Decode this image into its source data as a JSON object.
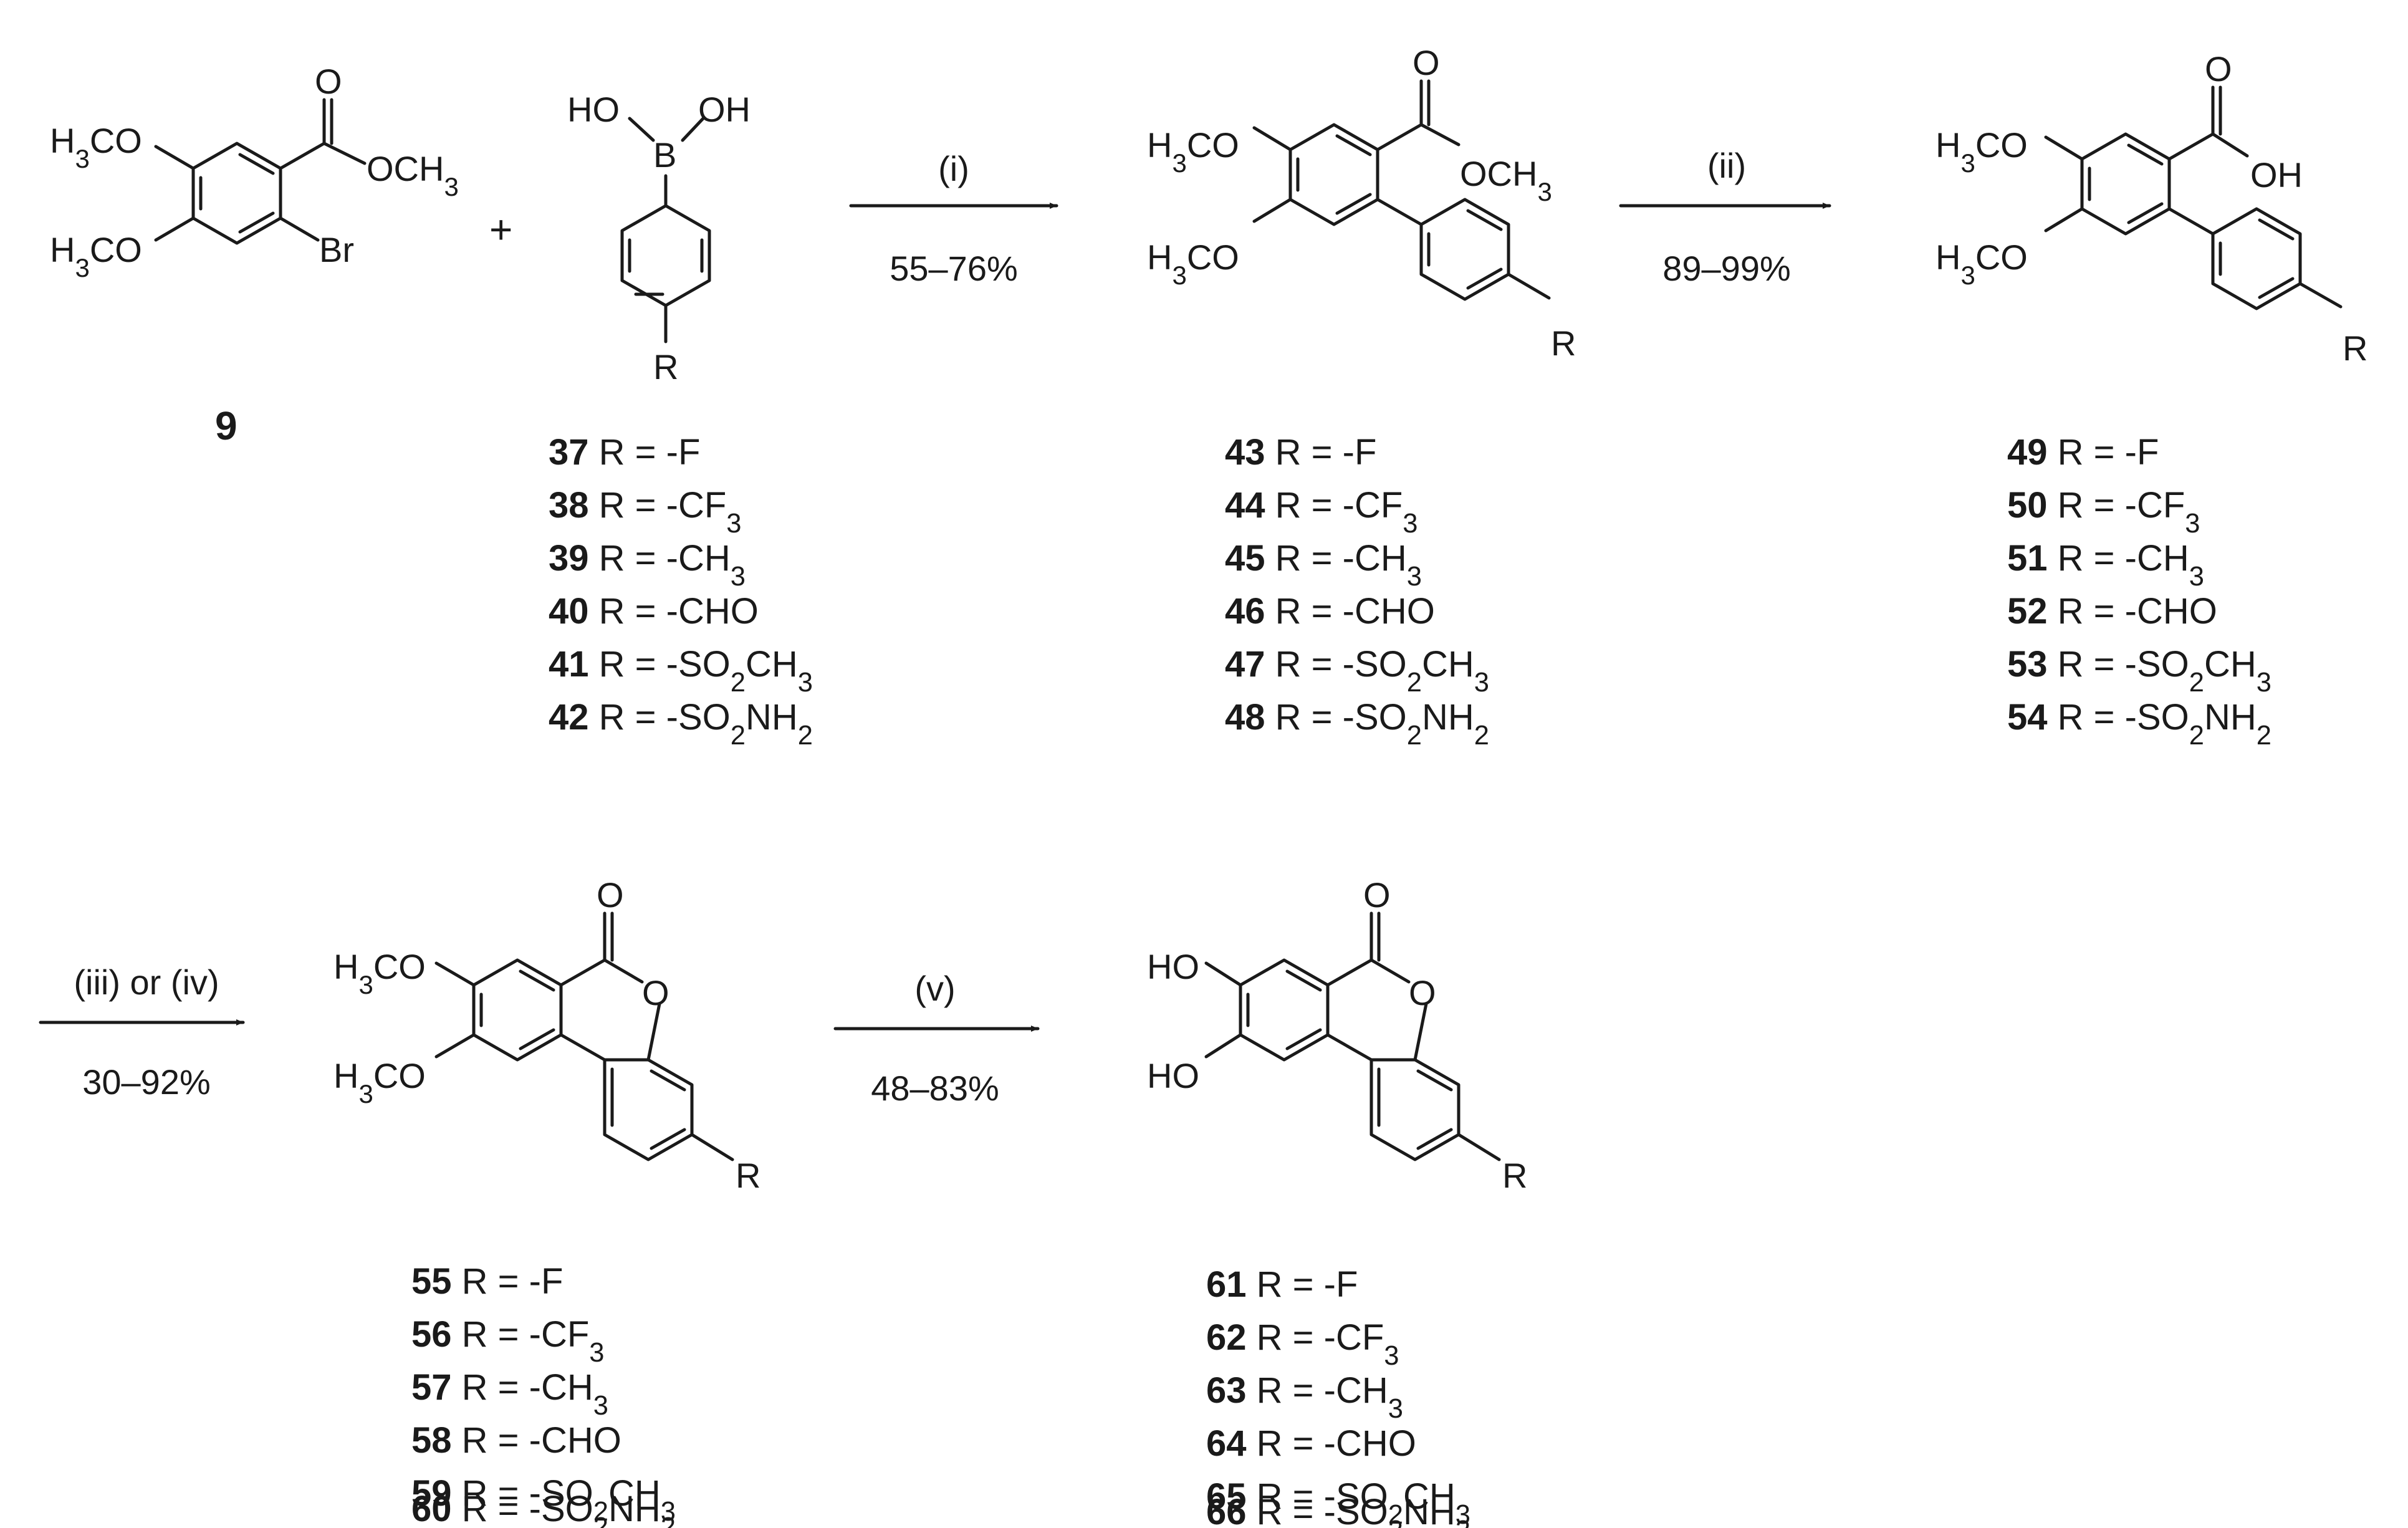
{
  "reactant_9": {
    "number": "9",
    "atoms": {
      "meo_top": "H3CO",
      "meo_bottom": "H3CO",
      "ester_o": "O",
      "ester_ome": "OCH3",
      "halide": "Br"
    }
  },
  "plus": "+",
  "boronic_acid": {
    "atoms": {
      "oh_left": "HO",
      "oh_right": "OH",
      "boron": "B",
      "r": "R"
    },
    "labels": [
      {
        "num": "37",
        "text": "R = -F"
      },
      {
        "num": "38",
        "text": "R = -CF3"
      },
      {
        "num": "39",
        "text": "R = -CH3"
      },
      {
        "num": "40",
        "text": "R = -CHO"
      },
      {
        "num": "41",
        "text": "R = -SO2CH3"
      },
      {
        "num": "42",
        "text": "R = -SO2NH2"
      }
    ]
  },
  "biaryl_ester": {
    "atoms": {
      "meo_top": "H3CO",
      "meo_bottom": "H3CO",
      "carbonyl_o": "O",
      "ester_ome": "OCH3",
      "r": "R"
    },
    "labels": [
      {
        "num": "43",
        "text": "R = -F"
      },
      {
        "num": "44",
        "text": "R = -CF3"
      },
      {
        "num": "45",
        "text": "R = -CH3"
      },
      {
        "num": "46",
        "text": "R = -CHO"
      },
      {
        "num": "47",
        "text": "R = -SO2CH3"
      },
      {
        "num": "48",
        "text": "R = -SO2NH2"
      }
    ]
  },
  "biaryl_acid": {
    "atoms": {
      "meo_top": "H3CO",
      "meo_bottom": "H3CO",
      "carbonyl_o": "O",
      "oh": "OH",
      "r": "R"
    },
    "labels": [
      {
        "num": "49",
        "text": "R = -F"
      },
      {
        "num": "50",
        "text": "R = -CF3"
      },
      {
        "num": "51",
        "text": "R = -CH3"
      },
      {
        "num": "52",
        "text": "R = -CHO"
      },
      {
        "num": "53",
        "text": "R = -SO2CH3"
      },
      {
        "num": "54",
        "text": "R = -SO2NH2"
      }
    ]
  },
  "lactone_dimethoxy": {
    "atoms": {
      "meo_top": "H3CO",
      "meo_bottom": "H3CO",
      "carbonyl_o": "O",
      "ring_o": "O",
      "r": "R"
    },
    "labels": [
      {
        "num": "55",
        "text": "R = -F"
      },
      {
        "num": "56",
        "text": "R = -CF3"
      },
      {
        "num": "57",
        "text": "R = -CH3"
      },
      {
        "num": "58",
        "text": "R = -CHO"
      },
      {
        "num": "59",
        "text": "R = -SO2CH3"
      },
      {
        "num": "60",
        "text": "R = -SO2NH2"
      }
    ]
  },
  "lactone_dihydroxy": {
    "atoms": {
      "ho_top": "HO",
      "ho_bottom": "HO",
      "carbonyl_o": "O",
      "ring_o": "O",
      "r": "R"
    },
    "labels": [
      {
        "num": "61",
        "text": "R = -F"
      },
      {
        "num": "62",
        "text": "R = -CF3"
      },
      {
        "num": "63",
        "text": "R = -CH3"
      },
      {
        "num": "64",
        "text": "R = -CHO"
      },
      {
        "num": "65",
        "text": "R = -SO2CH3"
      },
      {
        "num": "66",
        "text": "R = -SO2NH2"
      }
    ]
  },
  "steps": [
    {
      "reagent": "(i)",
      "yield": "55–76%"
    },
    {
      "reagent": "(ii)",
      "yield": "89–99%"
    },
    {
      "reagent": "(iii) or (iv)",
      "yield": "30–92%"
    },
    {
      "reagent": "(v)",
      "yield": "48–83%"
    }
  ]
}
